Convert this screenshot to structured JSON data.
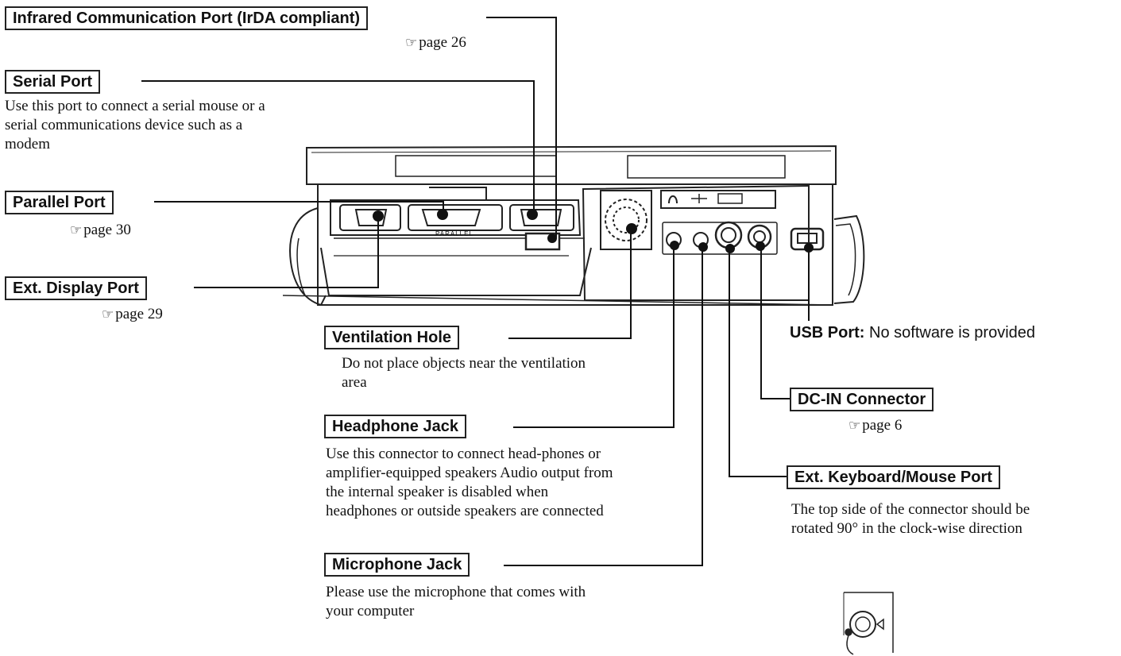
{
  "callouts": {
    "infrared": {
      "label": "Infrared Communication Port (IrDA compliant)",
      "ref": "page 26"
    },
    "serial": {
      "label": "Serial Port",
      "desc": "Use this port to connect a serial mouse or a serial communications device such as a modem"
    },
    "parallel": {
      "label": "Parallel Port",
      "ref": "page 30"
    },
    "ext_display": {
      "label": "Ext. Display Port",
      "ref": "page 29"
    },
    "ventilation": {
      "label": "Ventilation Hole",
      "desc": "Do not place objects near the ventilation area"
    },
    "headphone": {
      "label": "Headphone Jack",
      "desc": "Use this connector to connect head-phones or amplifier-equipped speakers Audio output from the internal speaker is disabled when headphones or outside speakers are connected"
    },
    "microphone": {
      "label": "Microphone Jack",
      "desc": "Please use the microphone that comes with your computer"
    },
    "usb": {
      "label": "USB Port:",
      "desc": "No software is provided"
    },
    "dc_in": {
      "label": "DC-IN Connector",
      "ref": "page 6"
    },
    "keyboard_mouse": {
      "label": "Ext. Keyboard/Mouse Port",
      "desc": "The top side of the connector should be rotated 90° in the clock-wise direction"
    }
  },
  "port_panel_labels": {
    "parallel_text": "PARALLEL"
  },
  "icons": {
    "page_ref": "pointing-hand-icon"
  }
}
